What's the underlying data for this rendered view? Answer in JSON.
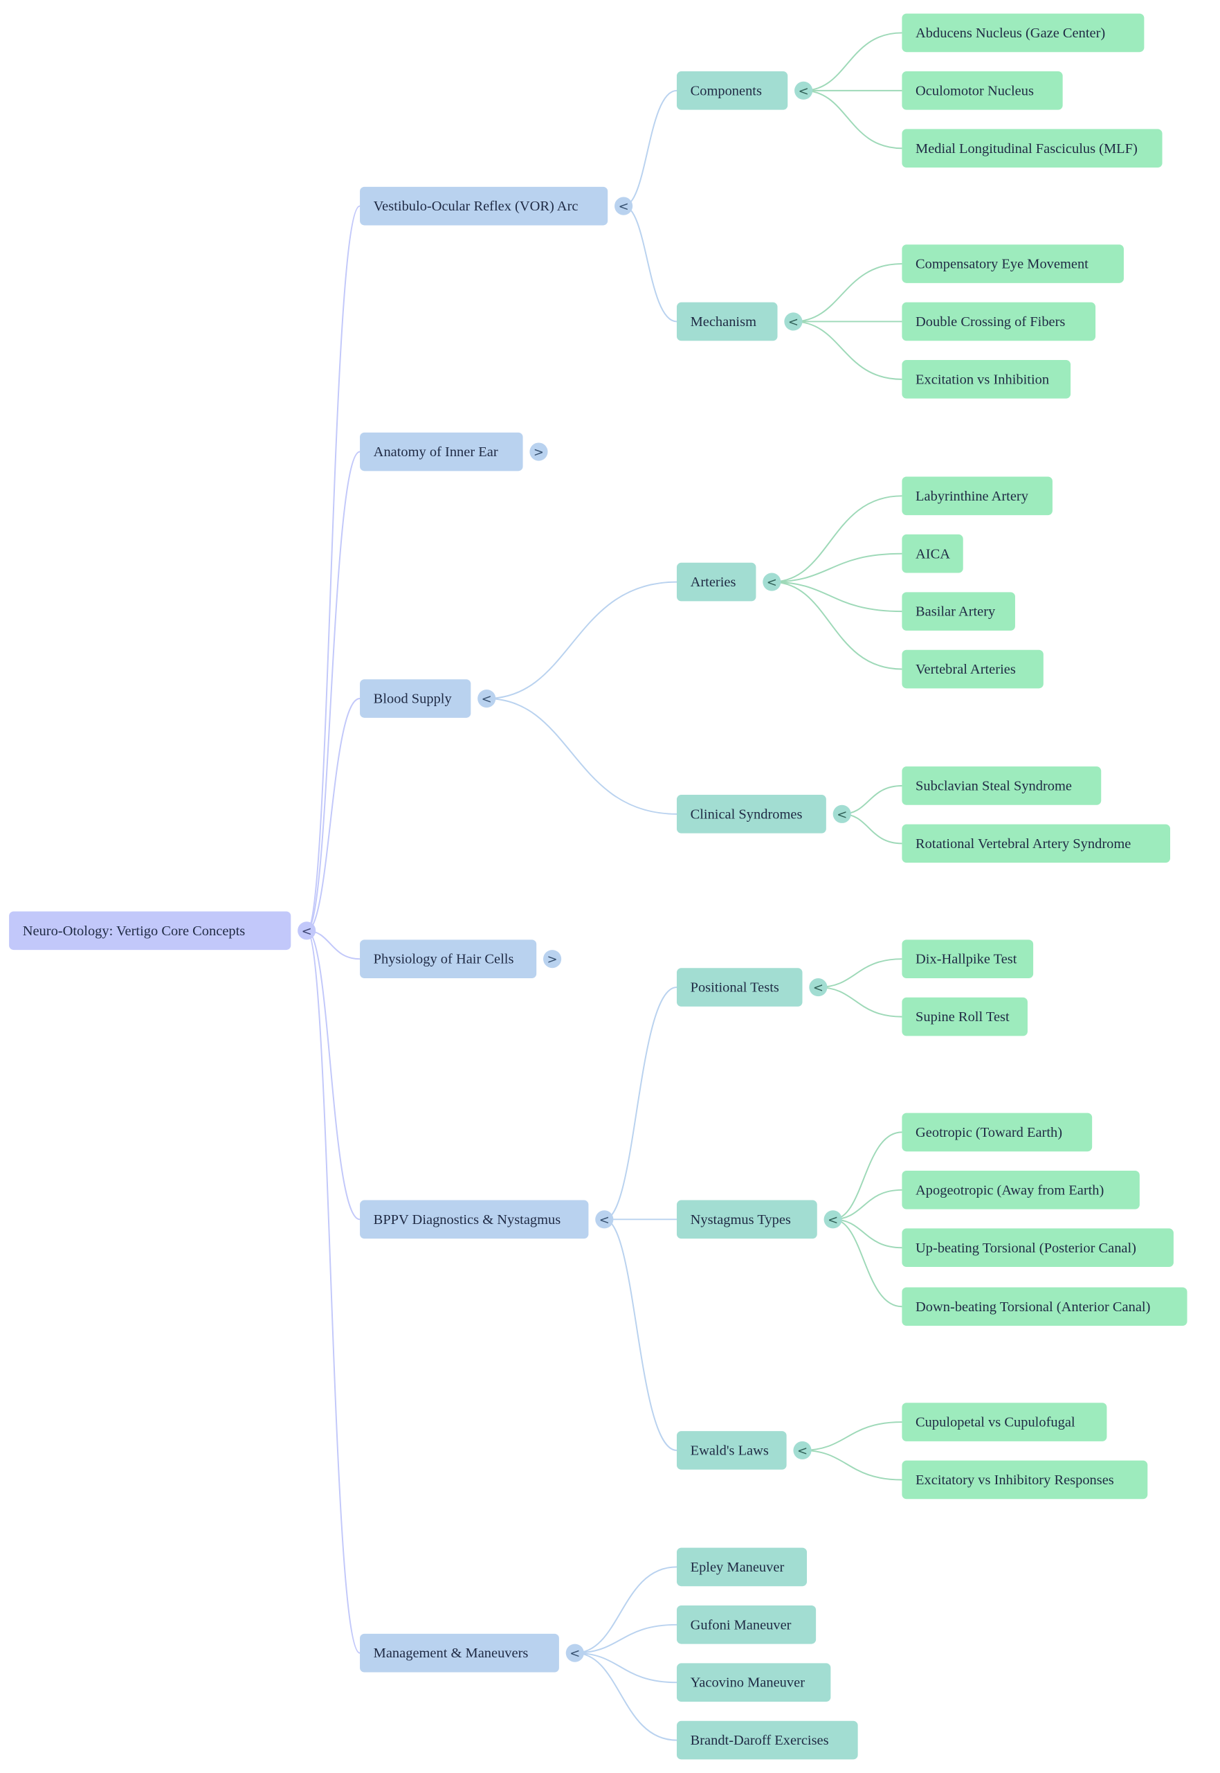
{
  "colors": {
    "root_fill": "#c2c8fa",
    "l1_fill": "#b9d2ef",
    "l2_fill": "#a2ddd2",
    "l3_fill": "#9debbd",
    "edge_l1": "#c2c8fa",
    "edge_l2": "#b9d2ef",
    "edge_l3": "#9ed9b8"
  },
  "icons": {
    "expanded": "collapse-chevron-icon",
    "collapsed": "expand-chevron-icon"
  },
  "mindmap": {
    "root": {
      "label": "Neuro-Otology: Vertigo Core Concepts",
      "toggle": "<",
      "children": [
        {
          "label": "Vestibulo-Ocular Reflex (VOR) Arc",
          "toggle": "<",
          "children": [
            {
              "label": "Components",
              "toggle": "<",
              "children": [
                {
                  "label": "Abducens Nucleus (Gaze Center)"
                },
                {
                  "label": "Oculomotor Nucleus"
                },
                {
                  "label": "Medial Longitudinal Fasciculus (MLF)"
                }
              ]
            },
            {
              "label": "Mechanism",
              "toggle": "<",
              "children": [
                {
                  "label": "Compensatory Eye Movement"
                },
                {
                  "label": "Double Crossing of Fibers"
                },
                {
                  "label": "Excitation vs Inhibition"
                }
              ]
            }
          ]
        },
        {
          "label": "Anatomy of Inner Ear",
          "toggle": ">",
          "children": []
        },
        {
          "label": "Blood Supply",
          "toggle": "<",
          "children": [
            {
              "label": "Arteries",
              "toggle": "<",
              "children": [
                {
                  "label": "Labyrinthine Artery"
                },
                {
                  "label": "AICA"
                },
                {
                  "label": "Basilar Artery"
                },
                {
                  "label": "Vertebral Arteries"
                }
              ]
            },
            {
              "label": "Clinical Syndromes",
              "toggle": "<",
              "children": [
                {
                  "label": "Subclavian Steal Syndrome"
                },
                {
                  "label": "Rotational Vertebral Artery Syndrome"
                }
              ]
            }
          ]
        },
        {
          "label": "Physiology of Hair Cells",
          "toggle": ">",
          "children": []
        },
        {
          "label": "BPPV Diagnostics & Nystagmus",
          "toggle": "<",
          "children": [
            {
              "label": "Positional Tests",
              "toggle": "<",
              "children": [
                {
                  "label": "Dix-Hallpike Test"
                },
                {
                  "label": "Supine Roll Test"
                }
              ]
            },
            {
              "label": "Nystagmus Types",
              "toggle": "<",
              "children": [
                {
                  "label": "Geotropic (Toward Earth)"
                },
                {
                  "label": "Apogeotropic (Away from Earth)"
                },
                {
                  "label": "Up-beating Torsional (Posterior Canal)"
                },
                {
                  "label": "Down-beating Torsional (Anterior Canal)"
                }
              ]
            },
            {
              "label": "Ewald's Laws",
              "toggle": "<",
              "children": [
                {
                  "label": "Cupulopetal vs Cupulofugal"
                },
                {
                  "label": "Excitatory vs Inhibitory Responses"
                }
              ]
            }
          ]
        },
        {
          "label": "Management & Maneuvers",
          "toggle": "<",
          "children": [
            {
              "label": "Epley Maneuver"
            },
            {
              "label": "Gufoni Maneuver"
            },
            {
              "label": "Yacovino Maneuver"
            },
            {
              "label": "Brandt-Daroff Exercises"
            }
          ]
        }
      ]
    }
  }
}
